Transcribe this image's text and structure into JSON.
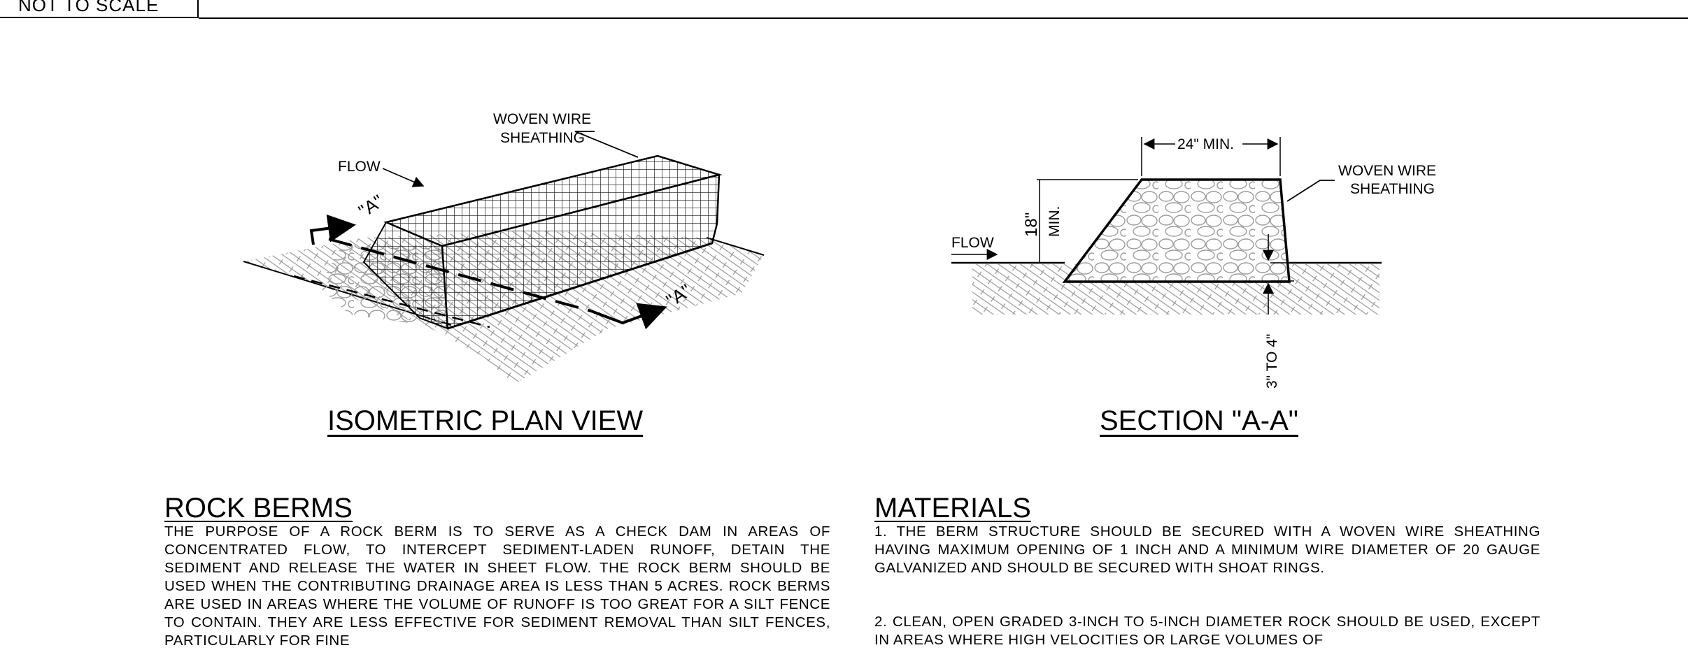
{
  "title_block": {
    "scale": "NOT TO SCALE"
  },
  "isometric": {
    "title": "ISOMETRIC PLAN VIEW",
    "flow": "FLOW",
    "callout_line1": "WOVEN WIRE",
    "callout_line2": "SHEATHING",
    "section_marker": "\"A\""
  },
  "section": {
    "title": "SECTION \"A-A\"",
    "top_dim": "24\" MIN.",
    "height_dim_value": "18\"",
    "height_dim_min": "MIN.",
    "bottom_dim": "3\" TO 4\"",
    "flow": "FLOW",
    "callout_line1": "WOVEN WIRE",
    "callout_line2": "SHEATHING"
  },
  "rock_berms": {
    "heading": "ROCK BERMS",
    "text": "THE PURPOSE OF A ROCK BERM IS TO SERVE AS A CHECK DAM IN AREAS OF CONCENTRATED FLOW, TO INTERCEPT SEDIMENT-LADEN RUNOFF, DETAIN THE SEDIMENT AND RELEASE THE WATER IN SHEET FLOW. THE ROCK BERM SHOULD BE USED WHEN THE CONTRIBUTING DRAINAGE AREA IS LESS THAN 5 ACRES. ROCK BERMS ARE USED IN AREAS WHERE THE VOLUME OF RUNOFF IS TOO GREAT FOR A SILT FENCE TO CONTAIN. THEY ARE LESS EFFECTIVE FOR SEDIMENT REMOVAL THAN SILT FENCES, PARTICULARLY FOR FINE"
  },
  "materials": {
    "heading": "MATERIALS",
    "note1": "1. THE BERM STRUCTURE SHOULD BE SECURED WITH A WOVEN WIRE SHEATHING HAVING MAXIMUM OPENING OF 1 INCH AND A MINIMUM WIRE DIAMETER OF 20 GAUGE GALVANIZED AND SHOULD BE SECURED WITH SHOAT RINGS.",
    "note2": "2. CLEAN, OPEN GRADED 3-INCH TO 5-INCH DIAMETER ROCK SHOULD BE USED, EXCEPT IN AREAS WHERE HIGH VELOCITIES OR LARGE VOLUMES OF"
  }
}
